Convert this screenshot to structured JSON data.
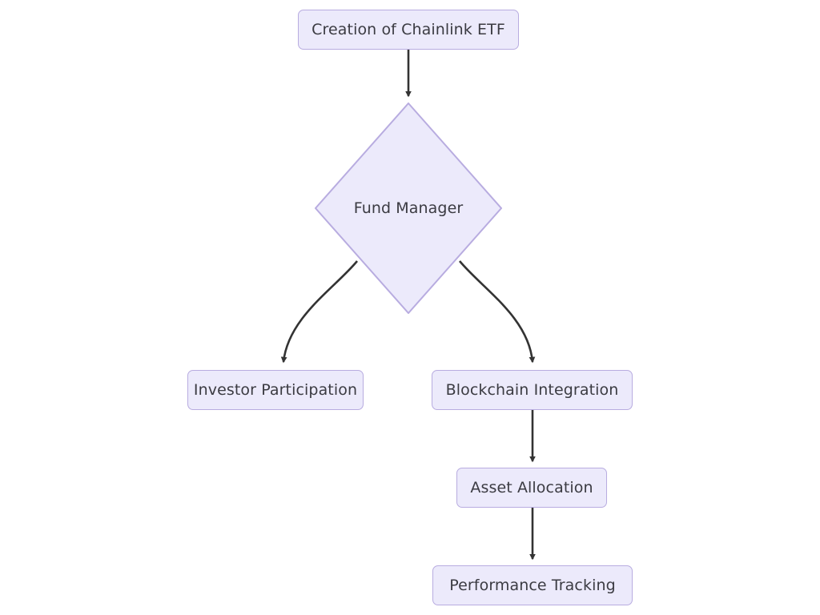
{
  "diagram": {
    "type": "flowchart",
    "title": "Creation of Chainlink ETF",
    "background_color": "#ffffff",
    "node_fill_color": "#ECEAFB",
    "node_border_color": "#B8ACE0",
    "node_text_color": "#3b3b42",
    "edge_color": "#333333",
    "nodes": [
      {
        "id": "creation",
        "label": "Creation of Chainlink ETF",
        "shape": "rounded-rectangle"
      },
      {
        "id": "fundmanager",
        "label": "Fund Manager",
        "shape": "diamond"
      },
      {
        "id": "investor",
        "label": "Investor Participation",
        "shape": "rounded-rectangle"
      },
      {
        "id": "blockchain",
        "label": "Blockchain Integration",
        "shape": "rounded-rectangle"
      },
      {
        "id": "asset",
        "label": "Asset Allocation",
        "shape": "rounded-rectangle"
      },
      {
        "id": "performance",
        "label": "Performance Tracking",
        "shape": "rounded-rectangle"
      }
    ],
    "edges": [
      {
        "from": "creation",
        "to": "fundmanager",
        "label": "",
        "style": "straight-arrow"
      },
      {
        "from": "fundmanager",
        "to": "investor",
        "label": "",
        "style": "curved-arrow"
      },
      {
        "from": "fundmanager",
        "to": "blockchain",
        "label": "",
        "style": "curved-arrow"
      },
      {
        "from": "blockchain",
        "to": "asset",
        "label": "",
        "style": "straight-arrow"
      },
      {
        "from": "asset",
        "to": "performance",
        "label": "",
        "style": "straight-arrow"
      }
    ]
  }
}
